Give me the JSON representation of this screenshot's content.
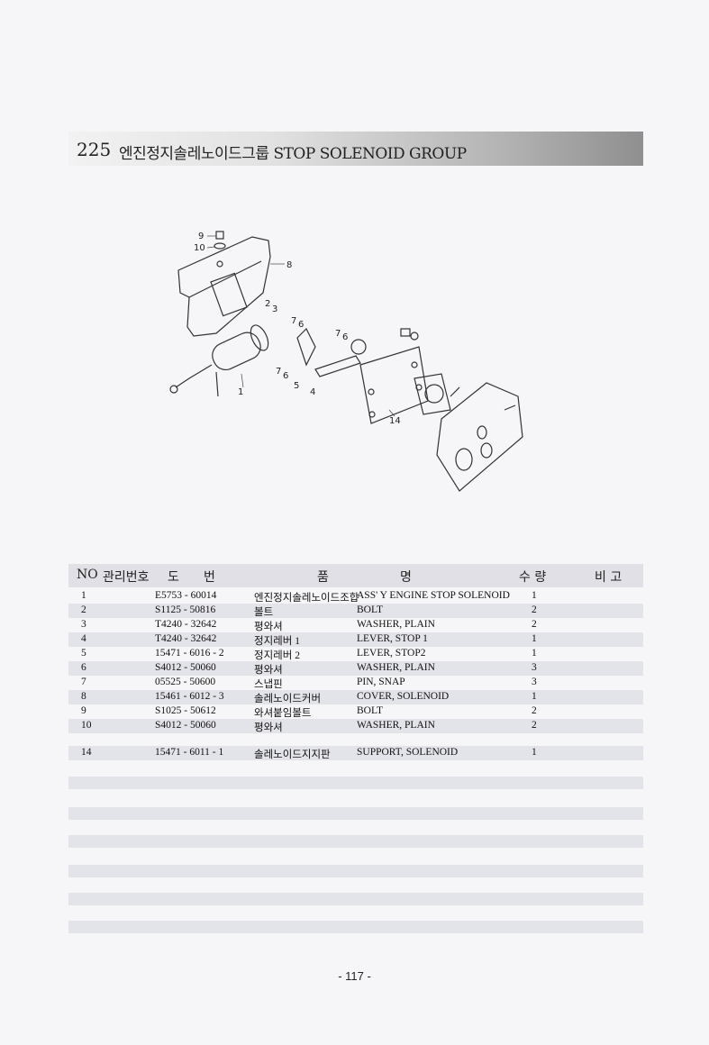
{
  "header": {
    "number": "225",
    "title": "엔진정지솔레노이드그룹 STOP SOLENOID GROUP"
  },
  "diagram": {
    "callouts": [
      "9",
      "10",
      "8",
      "2",
      "3",
      "7",
      "6",
      "7",
      "6",
      "1",
      "5",
      "4",
      "7",
      "6",
      "14"
    ]
  },
  "table": {
    "headers": {
      "no": "NO",
      "mgmt": "관리번호",
      "do": "도",
      "beon": "번",
      "pum": "품",
      "myeong": "명",
      "qty": "수 량",
      "remark": "비 고"
    },
    "rows": [
      {
        "no": "1",
        "code": "E5753 - 60014",
        "kr": "엔진정지솔레노이드조합",
        "en": "ASS' Y ENGINE STOP SOLENOID",
        "qty": "1"
      },
      {
        "no": "2",
        "code": "S1125 - 50816",
        "kr": "볼트",
        "en": "BOLT",
        "qty": "2"
      },
      {
        "no": "3",
        "code": "T4240 - 32642",
        "kr": "평와셔",
        "en": "WASHER, PLAIN",
        "qty": "2"
      },
      {
        "no": "4",
        "code": "T4240 - 32642",
        "kr": "정지레버 1",
        "en": "LEVER, STOP 1",
        "qty": "1"
      },
      {
        "no": "5",
        "code": "15471 - 6016 - 2",
        "kr": "정지레버 2",
        "en": "LEVER, STOP2",
        "qty": "1"
      },
      {
        "no": "6",
        "code": "S4012 - 50060",
        "kr": "평와셔",
        "en": "WASHER, PLAIN",
        "qty": "3"
      },
      {
        "no": "7",
        "code": "05525 - 50600",
        "kr": "스냅핀",
        "en": "PIN, SNAP",
        "qty": "3"
      },
      {
        "no": "8",
        "code": "15461 - 6012 - 3",
        "kr": "솔레노이드커버",
        "en": "COVER, SOLENOID",
        "qty": "1"
      },
      {
        "no": "9",
        "code": "S1025 - 50612",
        "kr": "와셔붙임볼트",
        "en": "BOLT",
        "qty": "2"
      },
      {
        "no": "10",
        "code": "S4012 - 50060",
        "kr": "평와셔",
        "en": "WASHER, PLAIN",
        "qty": "2"
      }
    ],
    "extra_row": {
      "no": "14",
      "code": "15471 - 6011 - 1",
      "kr": "솔레노이드지지판",
      "en": "SUPPORT, SOLENOID",
      "qty": "1"
    }
  },
  "footer": {
    "page": "- 117 -"
  }
}
